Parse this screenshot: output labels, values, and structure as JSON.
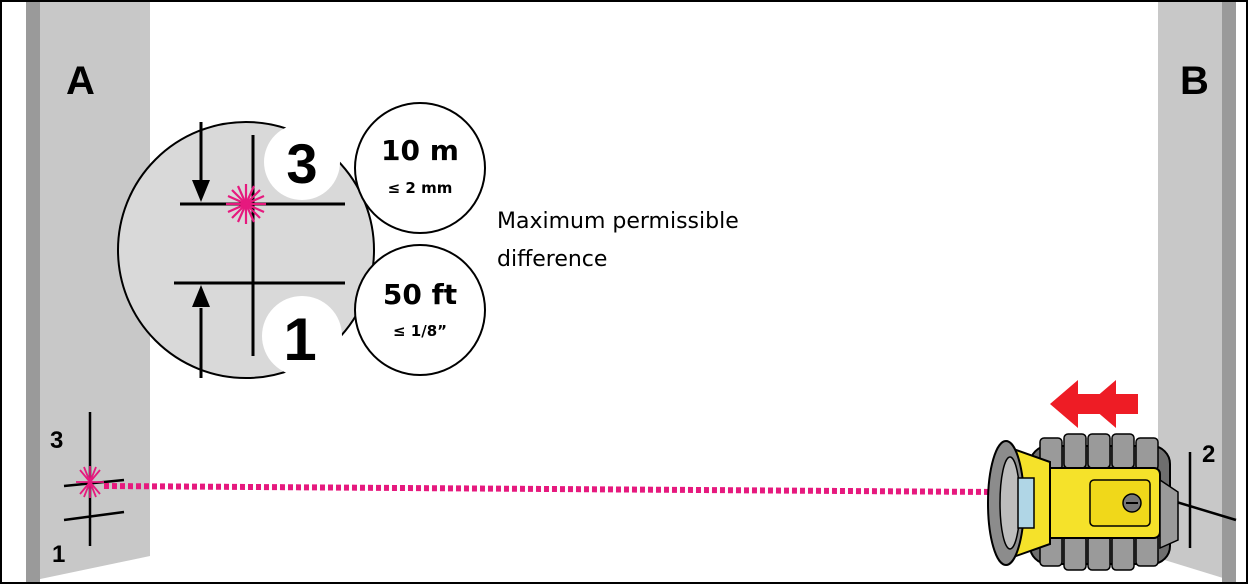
{
  "walls": {
    "left_label": "A",
    "right_label": "B"
  },
  "marks": {
    "left_top": "3",
    "left_bottom": "1",
    "right": "2"
  },
  "zoom": {
    "upper_mark": "3",
    "lower_mark": "1"
  },
  "specs": {
    "metric_distance": "10 m",
    "metric_tolerance": "≤ 2 mm",
    "imperial_distance": "50 ft",
    "imperial_tolerance": "≤ 1/8”"
  },
  "note": {
    "line1": "Maximum permissible",
    "line2": "difference"
  },
  "colors": {
    "laser": "#e6197e",
    "wall": "#bfbfbf",
    "zoom_fill": "#d9d9d9",
    "arrow_red": "#ee1c25",
    "device_yellow": "#f5e22a",
    "device_gray": "#8c8c8c"
  }
}
